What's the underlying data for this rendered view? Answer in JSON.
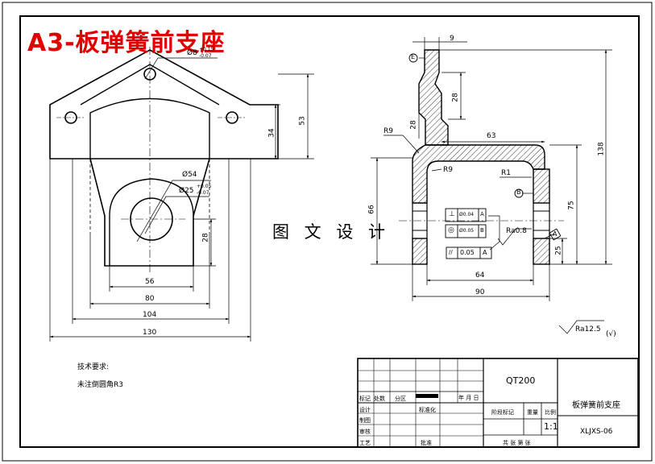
{
  "drawing": {
    "title": "A3-板弹簧前支座",
    "watermark": "图 文 设 计",
    "roughness_general": "Ra12.5",
    "roughness_general_suffix": "(√)",
    "technical_requirements": {
      "heading": "技术要求:",
      "items": [
        "未注倒圆角R3"
      ]
    }
  },
  "front_view": {
    "dims": {
      "hole_top": "Ø8",
      "hole_top_tol_upper": "+0.15",
      "hole_top_tol_lower": "-0.07",
      "bore_outer": "Ø54",
      "bore_inner": "Ø25",
      "bore_tol_upper": "+0.05",
      "bore_tol_lower": "-0.07",
      "h_53": "53",
      "h_34": "34",
      "h_28": "28",
      "w_56": "56",
      "w_80": "80",
      "w_104": "104",
      "w_130": "130"
    }
  },
  "side_view": {
    "dims": {
      "w_9": "9",
      "h_28_top": "28",
      "h_28_mid": "28",
      "r9_top": "R9",
      "w_63": "63",
      "r9_inner": "R9",
      "r1": "R1",
      "h_66": "66",
      "h_75": "75",
      "h_138": "138",
      "h_25": "25",
      "w_64": "64",
      "w_90": "90",
      "roughness_local": "Ra0.8"
    },
    "gdt": {
      "perp_symbol": "⊥",
      "perp_value": "Ø0.04",
      "perp_datum": "A",
      "circ_symbol": "◎",
      "circ_value": "Ø0.05",
      "circ_datum": "B",
      "par_symbol": "//",
      "par_value": "0.05",
      "par_datum": "A"
    },
    "datum_labels": [
      "E",
      "B",
      "A"
    ]
  },
  "title_block": {
    "material": "QT200",
    "part_name": "板弹簧前支座",
    "drawing_no": "XLJXS-06",
    "scale": "1:1",
    "labels": {
      "mark": "标记",
      "count": "处数",
      "zone": "分区",
      "date": "年 月 日",
      "design": "设计",
      "drafting": "制图",
      "check": "审核",
      "process": "工艺",
      "standardization": "标准化",
      "approval": "批准",
      "stage_mark": "阶段标记",
      "weight": "重量",
      "ratio": "比例",
      "sheet": "共  张  第  张"
    }
  }
}
